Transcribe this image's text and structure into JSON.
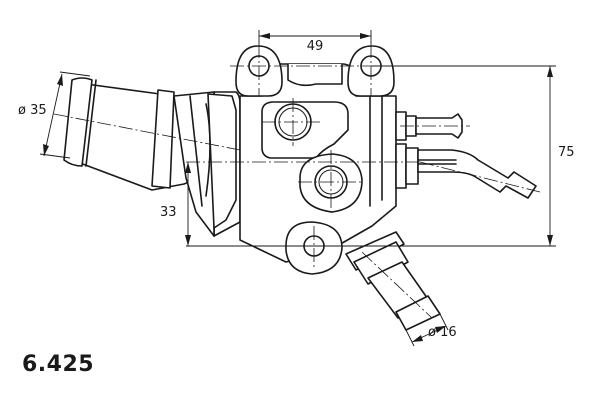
{
  "dimensions": {
    "top_width": "49",
    "height_right": "75",
    "inlet_diameter": "ø 35",
    "offset_height": "33",
    "outlet_diameter": "ø 16"
  },
  "part_number": "6.425"
}
